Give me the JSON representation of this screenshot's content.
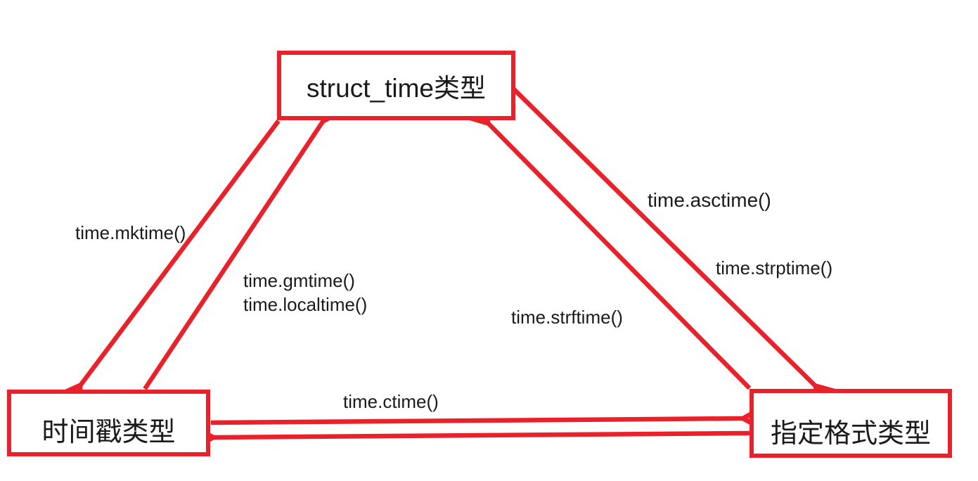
{
  "colors": {
    "accent": "#e8212a",
    "text": "#1a1a1a",
    "background": "#ffffff"
  },
  "nodes": {
    "struct_time": {
      "label": "struct_time类型"
    },
    "timestamp": {
      "label": "时间戳类型"
    },
    "formatted": {
      "label": "指定格式类型"
    }
  },
  "edge_labels": {
    "mktime": "time.mktime()",
    "gmtime": "time.gmtime()",
    "localtime": "time.localtime()",
    "asctime": "time.asctime()",
    "strptime": "time.strptime()",
    "strftime": "time.strftime()",
    "ctime": "time.ctime()"
  },
  "connections": [
    {
      "from": "struct_time类型",
      "to": "时间戳类型",
      "labels": [
        "time.mktime()"
      ]
    },
    {
      "from": "时间戳类型",
      "to": "struct_time类型",
      "labels": [
        "time.gmtime()",
        "time.localtime()"
      ]
    },
    {
      "from": "struct_time类型",
      "to": "指定格式类型",
      "labels": [
        "time.asctime()",
        "time.strftime()"
      ]
    },
    {
      "from": "指定格式类型",
      "to": "struct_time类型",
      "labels": [
        "time.strptime()"
      ]
    },
    {
      "from": "时间戳类型",
      "to": "指定格式类型",
      "labels": [
        "time.ctime()"
      ]
    },
    {
      "from": "指定格式类型",
      "to": "时间戳类型",
      "labels": []
    }
  ]
}
